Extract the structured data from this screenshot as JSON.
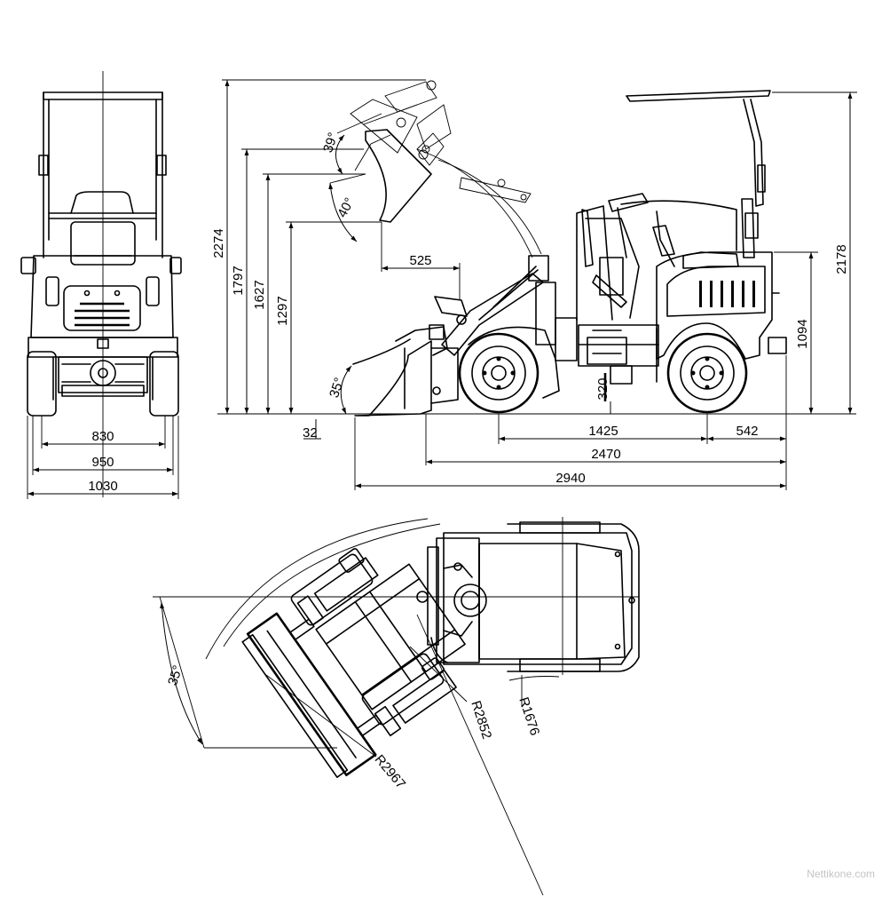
{
  "front_view": {
    "dims": [
      "830",
      "950",
      "1030"
    ]
  },
  "side_view": {
    "heights": [
      "2274",
      "1797",
      "1627",
      "1297",
      "2178",
      "1094"
    ],
    "small": [
      "32",
      "320",
      "525"
    ],
    "lengths": [
      "1425",
      "542",
      "2470",
      "2940"
    ],
    "angles": [
      "39°",
      "40°",
      "35°"
    ]
  },
  "top_view": {
    "angle": "35°",
    "radii": [
      "R2852",
      "R1676",
      "R2967"
    ]
  },
  "watermark": "Nettikone.com"
}
